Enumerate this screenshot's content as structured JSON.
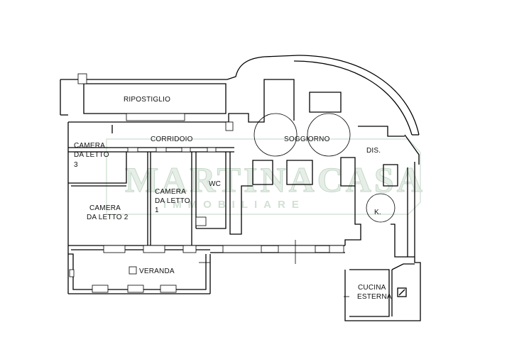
{
  "watermark": {
    "brand": "MARTINACASA",
    "subtitle": "IMMOBILIARE",
    "color": "#c5d8c9"
  },
  "rooms": {
    "ripostiglio": "RIPOSTIGLIO",
    "corridoio": "CORRIDOIO",
    "soggiorno": "SOGGIORNO",
    "dis": "DIS.",
    "camera3_l1": "CAMERA",
    "camera3_l2": "DA LETTO",
    "camera3_l3": "3",
    "camera1_l1": "CAMERA",
    "camera1_l2": "DA LETTO",
    "camera1_l3": "1",
    "camera2_l1": "CAMERA",
    "camera2_l2": "DA LETTO 2",
    "wc": "WC",
    "k": "K.",
    "veranda": "VERANDA",
    "cucina_l1": "CUCINA",
    "cucina_l2": "ESTERNA"
  }
}
